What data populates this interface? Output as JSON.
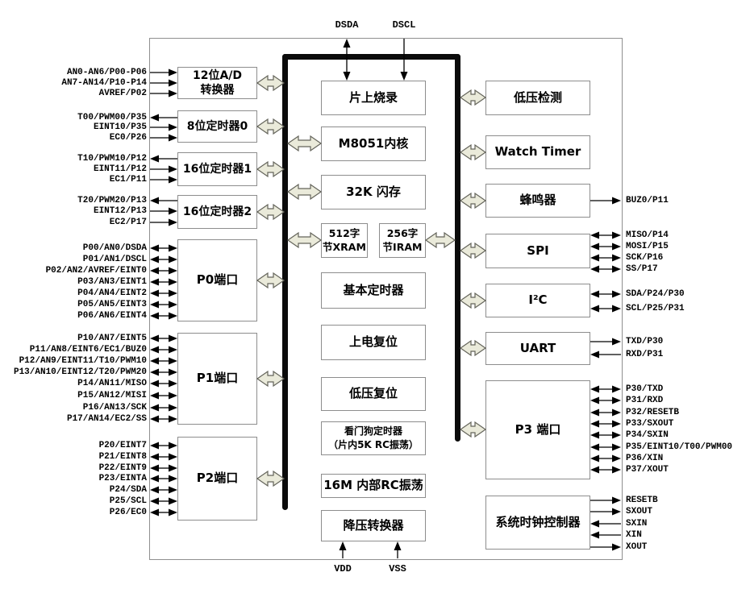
{
  "title": "M8051 microcontroller block diagram",
  "colors": {
    "background": "#ffffff",
    "bus": "#0b0b0b",
    "box_border": "#8d8d8d",
    "outer_border": "#8f8f8f",
    "line": "#000000",
    "arrow_fill": "#eaeada",
    "arrow_stroke": "#63635a"
  },
  "blocks": {
    "adc": "12位A/D\n转换器",
    "t0": "8位定时器0",
    "t1": "16位定时器1",
    "t2": "16位定时器2",
    "p0": "P0端口",
    "p1": "P1端口",
    "p2": "P2端口",
    "burn": "片上烧录",
    "core": "M8051内核",
    "flash": "32K 闪存",
    "xram": "512字\n节XRAM",
    "iram": "256字\n节IRAM",
    "btimer": "基本定时器",
    "por": "上电复位",
    "lvr": "低压复位",
    "wdt": "看门狗定时器\n（片内5K RC振荡）",
    "rc16m": "16M 内部RC振荡",
    "buck": "降压转换器",
    "lvd": "低压检测",
    "wt": "Watch Timer",
    "buzzer": "蜂鸣器",
    "spi": "SPI",
    "i2c": "I²C",
    "uart": "UART",
    "p3": "P3 端口",
    "sysclk": "系统时钟控制器"
  },
  "top_pins": [
    {
      "label": "DSDA",
      "dir": "both"
    },
    {
      "label": "DSCL",
      "dir": "in"
    }
  ],
  "bottom_pins": [
    {
      "label": "VDD"
    },
    {
      "label": "VSS"
    }
  ],
  "pin_groups": [
    {
      "id": "adc",
      "side": "left",
      "pins": [
        {
          "label": "AN0-AN6/P00-P06",
          "dir": "in"
        },
        {
          "label": "AN7-AN14/P10-P14",
          "dir": "in"
        },
        {
          "label": "AVREF/P02",
          "dir": "in"
        }
      ]
    },
    {
      "id": "t0",
      "side": "left",
      "pins": [
        {
          "label": "T00/PWM00/P35",
          "dir": "out"
        },
        {
          "label": "EINT10/P35",
          "dir": "in"
        },
        {
          "label": "EC0/P26",
          "dir": "in"
        }
      ]
    },
    {
      "id": "t1",
      "side": "left",
      "pins": [
        {
          "label": "T10/PWM10/P12",
          "dir": "out"
        },
        {
          "label": "EINT11/P12",
          "dir": "in"
        },
        {
          "label": "EC1/P11",
          "dir": "in"
        }
      ]
    },
    {
      "id": "t2",
      "side": "left",
      "pins": [
        {
          "label": "T20/PWM20/P13",
          "dir": "out"
        },
        {
          "label": "EINT12/P13",
          "dir": "in"
        },
        {
          "label": "EC2/P17",
          "dir": "in"
        }
      ]
    },
    {
      "id": "p0",
      "side": "left",
      "pins": [
        {
          "label": "P00/AN0/DSDA",
          "dir": "both"
        },
        {
          "label": "P01/AN1/DSCL",
          "dir": "both"
        },
        {
          "label": "P02/AN2/AVREF/EINT0",
          "dir": "both"
        },
        {
          "label": "P03/AN3/EINT1",
          "dir": "both"
        },
        {
          "label": "P04/AN4/EINT2",
          "dir": "both"
        },
        {
          "label": "P05/AN5/EINT3",
          "dir": "both"
        },
        {
          "label": "P06/AN6/EINT4",
          "dir": "both"
        }
      ]
    },
    {
      "id": "p1",
      "side": "left",
      "pins": [
        {
          "label": "P10/AN7/EINT5",
          "dir": "both"
        },
        {
          "label": "P11/AN8/EINT6/EC1/BUZ0",
          "dir": "both"
        },
        {
          "label": "P12/AN9/EINT11/T10/PWM10",
          "dir": "both"
        },
        {
          "label": "P13/AN10/EINT12/T20/PWM20",
          "dir": "both"
        },
        {
          "label": "P14/AN11/MISO",
          "dir": "both"
        },
        {
          "label": "P15/AN12/MISI",
          "dir": "both"
        },
        {
          "label": "P16/AN13/SCK",
          "dir": "both"
        },
        {
          "label": "P17/AN14/EC2/SS",
          "dir": "both"
        }
      ]
    },
    {
      "id": "p2",
      "side": "left",
      "pins": [
        {
          "label": "P20/EINT7",
          "dir": "both"
        },
        {
          "label": "P21/EINT8",
          "dir": "both"
        },
        {
          "label": "P22/EINT9",
          "dir": "both"
        },
        {
          "label": "P23/EINTA",
          "dir": "both"
        },
        {
          "label": "P24/SDA",
          "dir": "both"
        },
        {
          "label": "P25/SCL",
          "dir": "both"
        },
        {
          "label": "P26/EC0",
          "dir": "both"
        }
      ]
    },
    {
      "id": "buzzer",
      "side": "right",
      "pins": [
        {
          "label": "BUZ0/P11",
          "dir": "out"
        }
      ]
    },
    {
      "id": "spi",
      "side": "right",
      "pins": [
        {
          "label": "MISO/P14",
          "dir": "both"
        },
        {
          "label": "MOSI/P15",
          "dir": "both"
        },
        {
          "label": "SCK/P16",
          "dir": "both"
        },
        {
          "label": "SS/P17",
          "dir": "both"
        }
      ]
    },
    {
      "id": "i2c",
      "side": "right",
      "pins": [
        {
          "label": "SDA/P24/P30",
          "dir": "both"
        },
        {
          "label": "SCL/P25/P31",
          "dir": "both"
        }
      ]
    },
    {
      "id": "uart",
      "side": "right",
      "pins": [
        {
          "label": "TXD/P30",
          "dir": "out"
        },
        {
          "label": "RXD/P31",
          "dir": "in"
        }
      ]
    },
    {
      "id": "p3",
      "side": "right",
      "pins": [
        {
          "label": "P30/TXD",
          "dir": "both"
        },
        {
          "label": "P31/RXD",
          "dir": "both"
        },
        {
          "label": "P32/RESETB",
          "dir": "both"
        },
        {
          "label": "P33/SXOUT",
          "dir": "both"
        },
        {
          "label": "P34/SXIN",
          "dir": "both"
        },
        {
          "label": "P35/EINT10/T00/PWM00",
          "dir": "both"
        },
        {
          "label": "P36/XIN",
          "dir": "both"
        },
        {
          "label": "P37/XOUT",
          "dir": "both"
        }
      ]
    },
    {
      "id": "sysclk",
      "side": "right",
      "pins": [
        {
          "label": "RESETB",
          "dir": "out"
        },
        {
          "label": "SXOUT",
          "dir": "out"
        },
        {
          "label": "SXIN",
          "dir": "in"
        },
        {
          "label": "XIN",
          "dir": "in"
        },
        {
          "label": "XOUT",
          "dir": "out"
        }
      ]
    }
  ]
}
